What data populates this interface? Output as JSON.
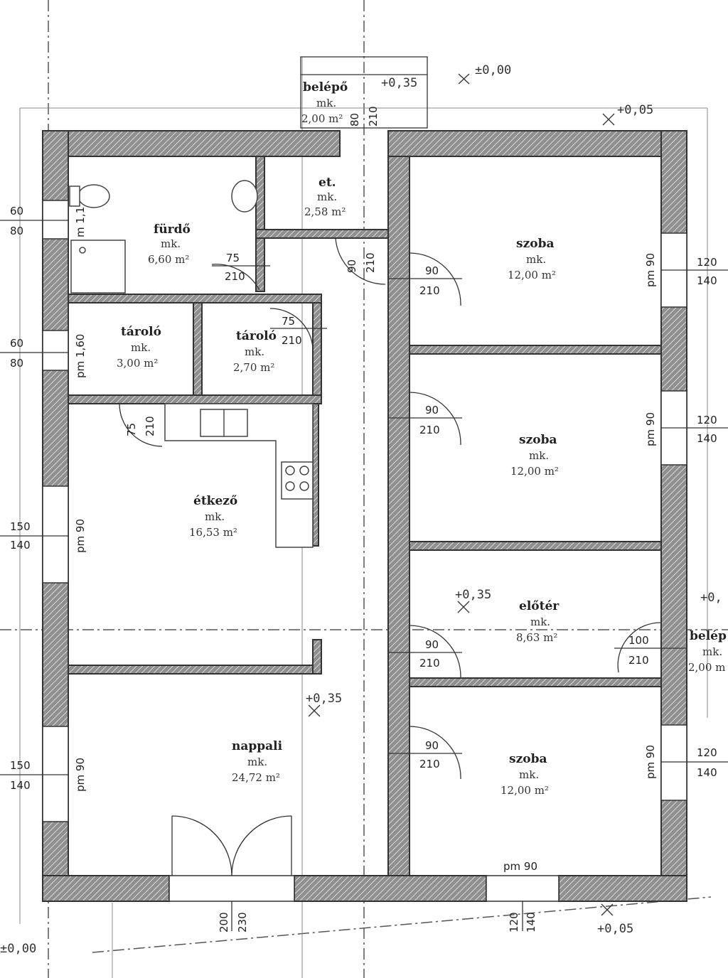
{
  "colors": {
    "wall_fill": "#8a8a8a",
    "wall_line": "#333333",
    "ink": "#222222"
  },
  "rooms": [
    {
      "id": "belepo-top",
      "name": "belépő",
      "label": "mk.",
      "area": "2,00 m²"
    },
    {
      "id": "et",
      "name": "et.",
      "label": "mk.",
      "area": "2,58 m²"
    },
    {
      "id": "furdo",
      "name": "fürdő",
      "label": "mk.",
      "area": "6,60 m²"
    },
    {
      "id": "tarolo1",
      "name": "tároló",
      "label": "mk.",
      "area": "3,00 m²"
    },
    {
      "id": "tarolo2",
      "name": "tároló",
      "label": "mk.",
      "area": "2,70 m²"
    },
    {
      "id": "etkezo",
      "name": "étkező",
      "label": "mk.",
      "area": "16,53 m²"
    },
    {
      "id": "nappali",
      "name": "nappali",
      "label": "mk.",
      "area": "24,72 m²"
    },
    {
      "id": "szoba1",
      "name": "szoba",
      "label": "mk.",
      "area": "12,00 m²"
    },
    {
      "id": "szoba2",
      "name": "szoba",
      "label": "mk.",
      "area": "12,00 m²"
    },
    {
      "id": "eloter",
      "name": "előtér",
      "label": "mk.",
      "area": "8,63 m²"
    },
    {
      "id": "szoba3",
      "name": "szoba",
      "label": "mk.",
      "area": "12,00 m²"
    },
    {
      "id": "belepo-right",
      "name": "belép",
      "label": "mk.",
      "area": "2,00 m"
    }
  ],
  "levels": {
    "zero_top": "±0,00",
    "p035_entry": "+0,35",
    "p005_top": "+0,05",
    "p035_eloter": "+0,35",
    "p035_right": "+0,",
    "p035_nappali": "+0,35",
    "p005_bottom": "+0,05",
    "zero_bottom": "±0,00"
  },
  "windows": {
    "left1": {
      "a": "60",
      "b": "80",
      "pm": "m 1,1"
    },
    "left2": {
      "a": "60",
      "b": "80",
      "pm": "pm 1,60"
    },
    "left3": {
      "a": "150",
      "b": "140",
      "pm": "pm 90"
    },
    "left4": {
      "a": "150",
      "b": "140",
      "pm": "pm 90"
    },
    "right1": {
      "a": "120",
      "b": "140",
      "pm": "pm 90"
    },
    "right2": {
      "a": "120",
      "b": "140",
      "pm": "pm 90"
    },
    "right3": {
      "a": "120",
      "b": "140",
      "pm": "pm 90"
    },
    "bottom_door": {
      "a": "200",
      "b": "230"
    },
    "bottom_win": {
      "a": "120",
      "b": "140",
      "pm": "pm 90"
    }
  },
  "doors": {
    "entry": {
      "a": "80",
      "b": "210"
    },
    "et": {
      "a": "90",
      "b": "210"
    },
    "furdo": {
      "a": "75",
      "b": "210"
    },
    "tarolo2": {
      "a": "75",
      "b": "210"
    },
    "tarolo1": {
      "a": "75",
      "b": "210"
    },
    "szoba1": {
      "a": "90",
      "b": "210"
    },
    "szoba2": {
      "a": "90",
      "b": "210"
    },
    "eloter": {
      "a": "90",
      "b": "210"
    },
    "szoba3": {
      "a": "90",
      "b": "210"
    },
    "front": {
      "a": "100",
      "b": "210"
    }
  }
}
